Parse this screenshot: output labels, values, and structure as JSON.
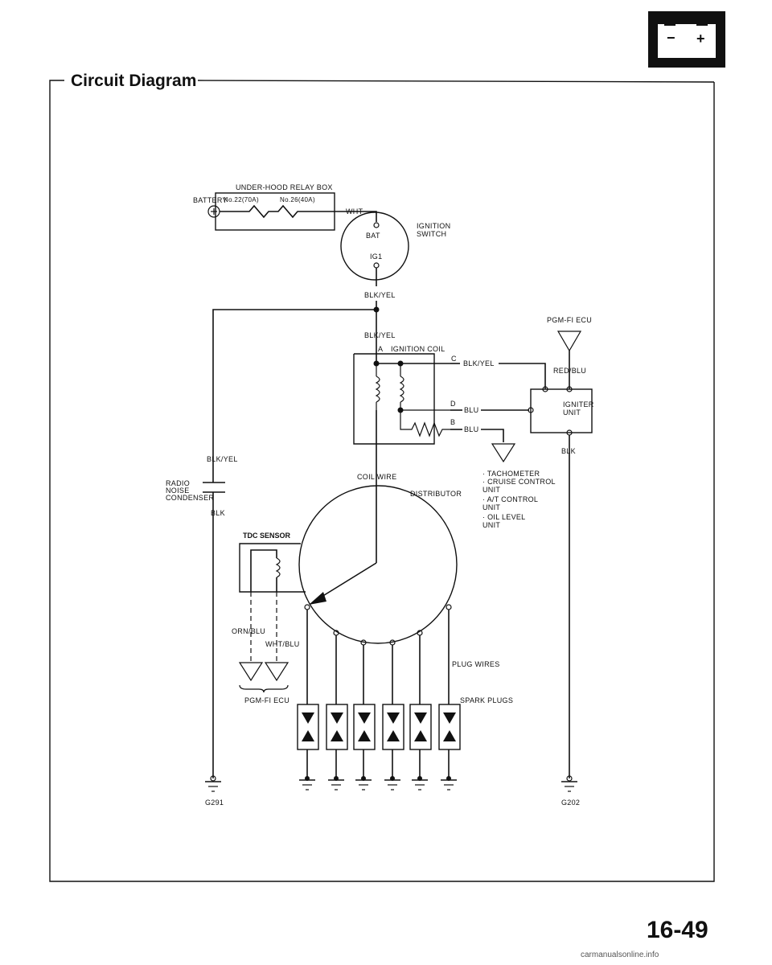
{
  "header": {
    "title": "Circuit Diagram",
    "icon": "battery-icon",
    "battery_minus": "−",
    "battery_plus": "+"
  },
  "page_number": "16-49",
  "footer_watermark": "carmanualsonline.info",
  "diagram": {
    "battery": "BATTERY",
    "relay_box": "UNDER-HOOD RELAY BOX",
    "fuse_1": "No.22(70A)",
    "fuse_2": "No.26(40A)",
    "wire_wht": "WHT",
    "ignition_switch": "IGNITION",
    "ignition_switch_2": "SWITCH",
    "bat_terminal": "BAT",
    "ig1_terminal": "IG1",
    "wire_blk_yel_1": "BLK/YEL",
    "wire_blk_yel_2": "BLK/YEL",
    "ignition_coil": "IGNITION COIL",
    "terminal_a": "A",
    "terminal_c": "C",
    "terminal_d": "D",
    "terminal_b": "B",
    "wire_blk_yel_c": "BLK/YEL",
    "wire_blu_d": "BLU",
    "wire_blu_b": "BLU",
    "pgm_fi_ecu_top": "PGM-FI ECU",
    "wire_red_blu": "RED/BLU",
    "igniter_unit": "IGNITER",
    "igniter_unit_2": "UNIT",
    "wire_blk_right": "BLK",
    "tach_list": [
      "· TACHOMETER",
      "· CRUISE CONTROL",
      "  UNIT",
      "· A/T CONTROL",
      "  UNIT",
      "· OIL LEVEL",
      "  UNIT"
    ],
    "wire_blk_yel_left": "BLK/YEL",
    "radio_noise": "RADIO",
    "radio_noise_2": "NOISE",
    "radio_noise_3": "CONDENSER",
    "wire_blk_left": "BLK",
    "coil_wire": "COIL WIRE",
    "distributor": "DISTRIBUTOR",
    "tdc_sensor": "TDC SENSOR",
    "wire_orn_blu": "ORN/BLU",
    "wire_wht_blu": "WHT/BLU",
    "pgm_fi_ecu_bottom": "PGM-FI ECU",
    "plug_wires": "PLUG WIRES",
    "spark_plugs": "SPARK PLUGS",
    "ground_left": "G291",
    "ground_right": "G202"
  }
}
